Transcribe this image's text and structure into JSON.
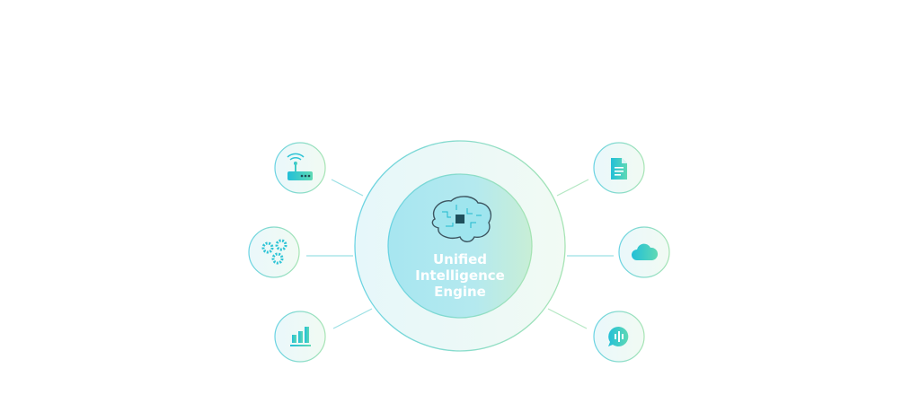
{
  "center": {
    "line1": "Unified",
    "line2": "Intelligence",
    "line3": "Engine",
    "icon": "brain-chip-icon"
  },
  "nodes": [
    {
      "icon": "wifi-router-icon"
    },
    {
      "icon": "gears-icon"
    },
    {
      "icon": "bar-chart-icon"
    },
    {
      "icon": "document-icon"
    },
    {
      "icon": "cloud-icon"
    },
    {
      "icon": "chat-audio-icon"
    }
  ],
  "colors": {
    "teal": "#2ec4d6",
    "green": "#8fe0a8",
    "ring": "#7fd8e4"
  }
}
